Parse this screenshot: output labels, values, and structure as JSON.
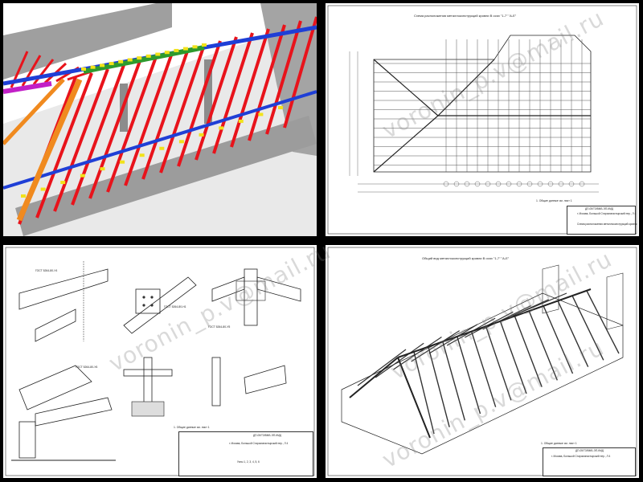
{
  "panels": {
    "render3d": {},
    "plan": {
      "title": "Схема расположения металлоконструкций кровли В осях \"1-7\" \"А-Е\"",
      "stamp_code": "ДП-05/ТЗ/ВМБ-ЭП-КМД",
      "stamp_address": "г. Москва, Большой Старомонастырский пер., Л 4",
      "stamp_work": "Схема расположения металлоконструкций кровли",
      "sheet_note": "1. Общие данные см. лист 1"
    },
    "details": {
      "labels": [
        "ГОСТ 5264-80-У4",
        "ГОСТ 5264-80-Н1",
        "ГОСТ 5264-80-У5",
        "ГОСТ 5264-80-У6"
      ],
      "sheet_note": "1. Общие данные см. лист 1",
      "stamp_code": "ДП-05/ТЗ/ВМБ-ЭП-КМД",
      "stamp_address": "г. Москва, Большой Старомонастырский пер., Л 4",
      "stamp_nodes": "Узлы 1, 2, 3, 4, 5, 6"
    },
    "iso": {
      "title": "Общий вид металлоконструкций кровли В осях \"1-7\" \"А-Е\"",
      "sheet_note": "1. Общие данные см. лист 1",
      "stamp_code": "ДП-05/ТЗ/ВМБ-ЭП-КМД",
      "stamp_address": "г. Москва, Большой Старомонастырский пер., Л 4"
    }
  },
  "watermark": "voronin_p.v@mail.ru",
  "colors": {
    "rafter": "#e8131b",
    "purlin": "#1f3fd6",
    "ridge_green": "#2e9a2e",
    "hip": "#f08a1f",
    "concrete": "#a8a8a8",
    "node_yellow": "#f2e21a",
    "magenta": "#c21fc7"
  }
}
